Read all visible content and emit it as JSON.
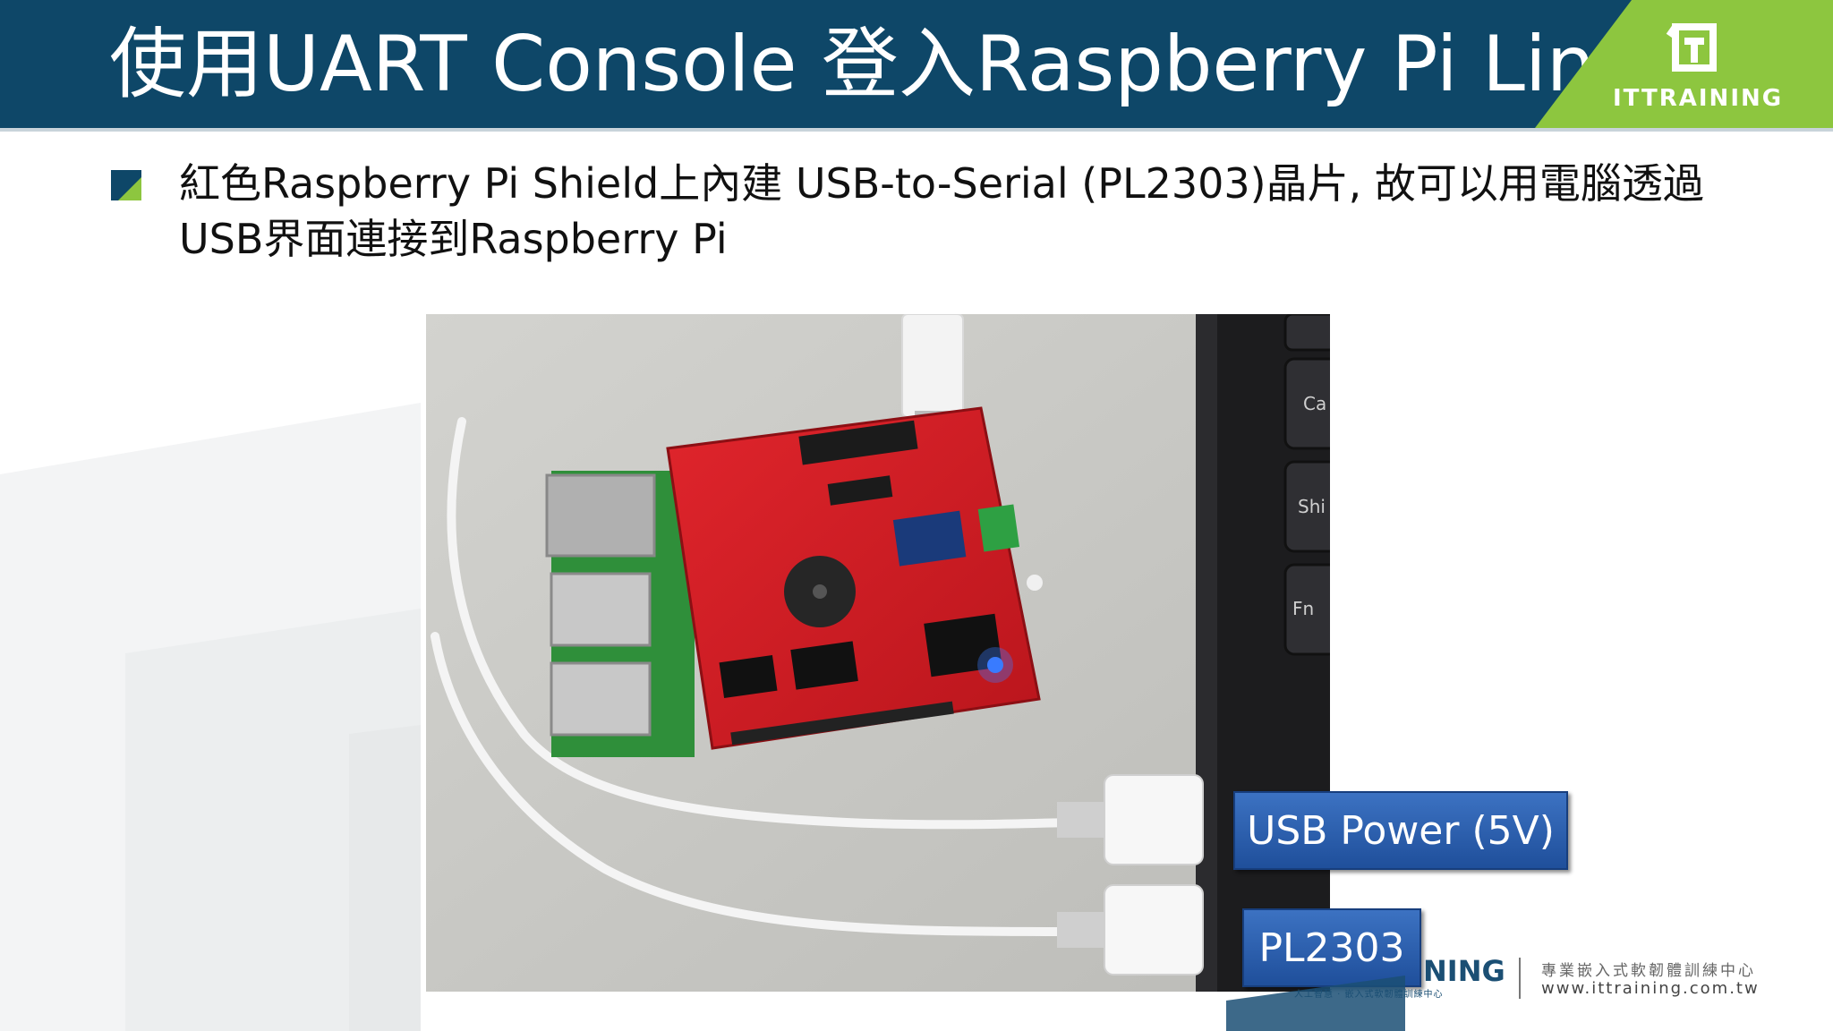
{
  "slide": {
    "title": "使用UART Console 登入Raspberry Pi Linux",
    "bullet_line1": "紅色Raspberry Pi Shield上內建  USB-to-Serial (PL2303)晶片, 故可以用電腦透過",
    "bullet_line2": "USB界面連接到Raspberry Pi"
  },
  "brand": {
    "logo_text": "ITTRAINING",
    "footer_ning": "NING",
    "footer_cn": "專業嵌入式軟韌體訓練中心",
    "footer_url": "www.ittraining.com.tw",
    "footer_sub": "人工智慧 · 嵌入式軟韌體訓練中心"
  },
  "photo": {
    "keys": [
      "Ca",
      "Shi",
      "Fn"
    ],
    "label_usb_power": "USB Power (5V)",
    "label_pl2303": "PL2303"
  },
  "colors": {
    "header": "#0e4768",
    "accent_green": "#8dc63f",
    "callout_blue": "#2e63b3"
  }
}
